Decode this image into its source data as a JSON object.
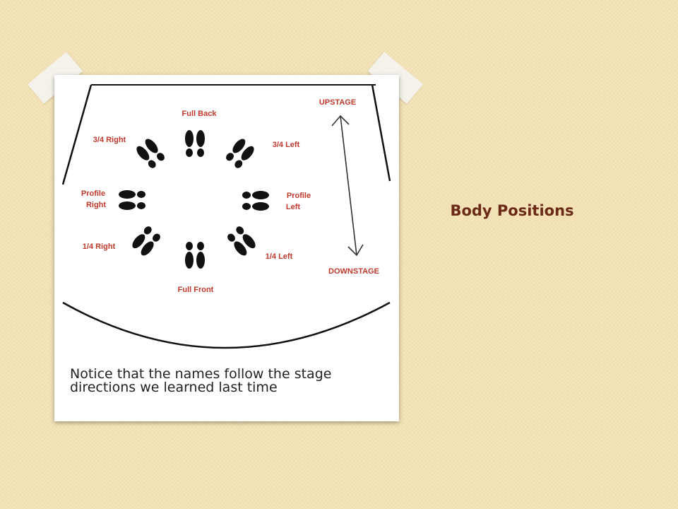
{
  "slide": {
    "title": "Body Positions",
    "caption": "Notice that the names follow the stage directions we learned last time"
  },
  "diagram": {
    "stage_labels": {
      "upstage": "UPSTAGE",
      "downstage": "DOWNSTAGE"
    },
    "positions": [
      {
        "key": "full-back",
        "label_lines": [
          "Full Back"
        ]
      },
      {
        "key": "three-quarter-left",
        "label_lines": [
          "3/4 Left"
        ]
      },
      {
        "key": "profile-left",
        "label_lines": [
          "Profile",
          "Left"
        ]
      },
      {
        "key": "quarter-left",
        "label_lines": [
          "1/4 Left"
        ]
      },
      {
        "key": "full-front",
        "label_lines": [
          "Full Front"
        ]
      },
      {
        "key": "quarter-right",
        "label_lines": [
          "1/4 Right"
        ]
      },
      {
        "key": "profile-right",
        "label_lines": [
          "Profile",
          "Right"
        ]
      },
      {
        "key": "three-quarter-right",
        "label_lines": [
          "3/4 Right"
        ]
      }
    ],
    "label_color": "#c0392b",
    "footprint_color": "#111111"
  },
  "colors": {
    "background": "#f3e2b5",
    "title": "#6b2a17"
  }
}
